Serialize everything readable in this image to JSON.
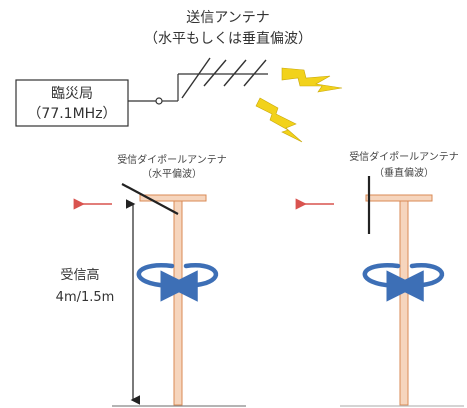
{
  "transmit_antenna": {
    "title": "送信アンテナ",
    "subtitle": "（水平もしくは垂直偏波）"
  },
  "station": {
    "name": "臨災局",
    "frequency": "（77.1MHz）"
  },
  "receive_left": {
    "title": "受信ダイポールアンテナ",
    "subtitle": "（水平偏波）"
  },
  "receive_right": {
    "title": "受信ダイポールアンテナ",
    "subtitle": "（垂直偏波）"
  },
  "receive_height": {
    "label": "受信高",
    "value": "4m/1.5m"
  },
  "colors": {
    "pole_fill": "#f6d5bd",
    "pole_stroke": "#d98a55",
    "rotation_arrow": "#3d6fb6",
    "direction_arrow": "#d9534f",
    "lightning": "#f2d21b",
    "lightning_stroke": "#c9a80a"
  },
  "icons": {
    "rotation": "rotation-arrow-icon",
    "direction": "left-arrow-icon",
    "radio_wave": "lightning-icon"
  }
}
